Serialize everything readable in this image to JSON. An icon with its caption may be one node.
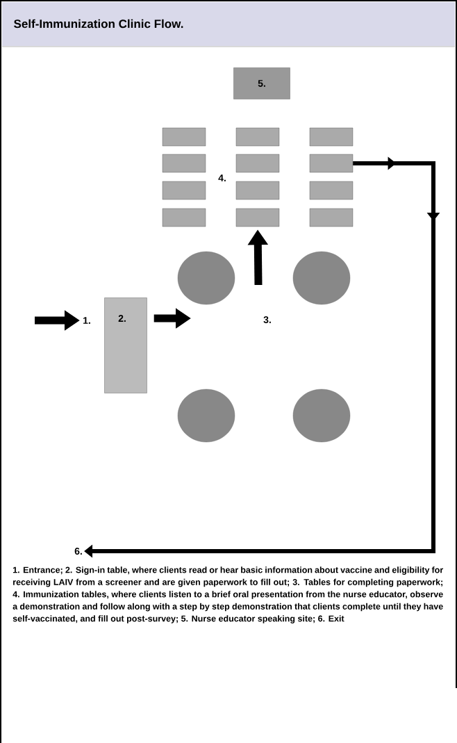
{
  "diagram": {
    "title": "Self-Immunization Clinic Flow.",
    "nodes": [
      {
        "text": [
          "5."
        ]
      },
      {
        "text": [],
        "shape": "box"
      },
      {
        "text": [],
        "shape": "box"
      },
      {
        "text": [],
        "shape": "box"
      },
      {
        "text": [],
        "shape": "box"
      },
      {
        "text": [],
        "shape": "box"
      },
      {
        "text": [],
        "shape": "box"
      },
      {
        "text": [],
        "shape": "box"
      },
      {
        "text": [],
        "shape": "box"
      },
      {
        "text": [],
        "shape": "box"
      },
      {
        "text": [],
        "shape": "box"
      },
      {
        "text": [],
        "shape": "box"
      },
      {
        "text": [],
        "shape": "box"
      },
      {
        "text": [
          "4."
        ]
      },
      {
        "text": [],
        "shape": "circle"
      },
      {
        "text": [],
        "shape": "circle"
      },
      {
        "text": [
          "1."
        ]
      },
      {
        "text": [
          "2."
        ]
      },
      {
        "text": [
          "3."
        ]
      },
      {
        "text": [],
        "shape": "circle"
      },
      {
        "text": [],
        "shape": "circle"
      },
      {
        "text": [
          "6."
        ]
      }
    ],
    "edges": [
      {
        "from": null,
        "to": 16,
        "arrow": "to"
      },
      {
        "from": 17,
        "to": null,
        "arrow": "to"
      },
      {
        "from": null,
        "to": 11,
        "arrow": "to"
      },
      {
        "from": 6,
        "to": 21,
        "arrow": "to"
      }
    ],
    "caption": "1. Entrance; 2. Sign-in table, where clients read or hear basic information about vaccine and eligibility for receiving LAIV from a screener and are given paperwork to fill out; 3. Tables for completing paperwork; 4. Immunization tables, where clients listen to a brief oral presentation from the nurse educator, observe a demonstration and follow along with a step by step demonstration that clients complete until they have self-vaccinated, and fill out post-survey; 5. Nurse educator speaking site; 6. Exit"
  }
}
